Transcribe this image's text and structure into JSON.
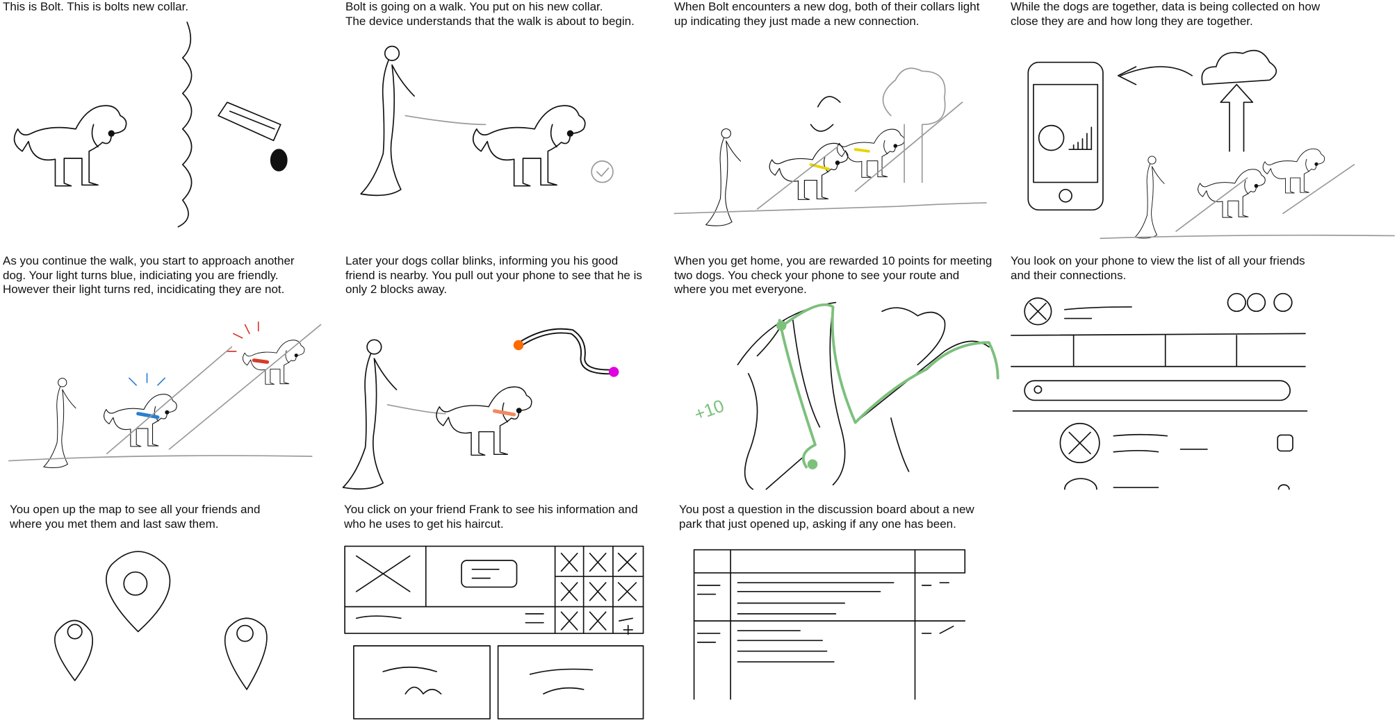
{
  "panels": [
    {
      "lines": [
        "This is Bolt. This is bolts new collar."
      ]
    },
    {
      "lines": [
        "Bolt is going on a walk. You put on his new collar.",
        "The device understands that the walk is about to begin."
      ]
    },
    {
      "lines": [
        "When Bolt encounters a new dog, both of their collars light",
        "up indicating they just made a new connection."
      ]
    },
    {
      "lines": [
        "While the dogs are together, data is being collected on how",
        "close they are and how long they are together."
      ]
    },
    {
      "lines": [
        "As you continue the walk, you start to approach another",
        "dog. Your light turns blue, indiciating you are friendly.",
        "However their light turns red, incidicating they are not."
      ]
    },
    {
      "lines": [
        "Later your dogs collar blinks, informing you his good",
        "friend is nearby. You pull out your phone to see that he is",
        "only 2 blocks away."
      ]
    },
    {
      "lines": [
        "When you get home, you are rewarded 10 points for meeting",
        "two dogs. You check your phone to see your route and",
        "where you met everyone."
      ]
    },
    {
      "lines": [
        "You look on your phone to view the list of all your friends",
        "and their connections."
      ]
    },
    {
      "lines": [
        "You open up the map to see all your friends and",
        "where you met them and last saw them."
      ]
    },
    {
      "lines": [
        "You click on your friend Frank to see his information and",
        "who he uses to get his haircut."
      ]
    },
    {
      "lines": [
        "You post a question in the discussion board about a new",
        "park that just opened up, asking if any one has been."
      ]
    }
  ],
  "sketch_labels": {
    "points": "+10"
  },
  "colors": {
    "friendly": "#2a7fd0",
    "unfriendly": "#d83a2a",
    "connect": "#e8d400",
    "route": "#7cc07c",
    "start": "#ff6a00",
    "friend": "#e000e0"
  }
}
